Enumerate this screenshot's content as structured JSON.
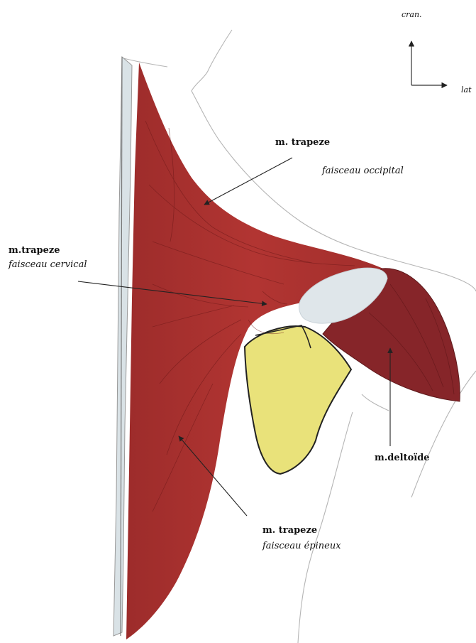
{
  "orientation": {
    "cranial": "cran.",
    "lateral": "lat"
  },
  "labels": {
    "trapeze_occipital": {
      "muscle": "m. trapeze",
      "part": "faisceau occipital"
    },
    "trapeze_cervical": {
      "muscle": "m.trapeze",
      "part": "faisceau cervical"
    },
    "deltoide": {
      "muscle": "m.deltoïde"
    },
    "trapeze_epineux": {
      "muscle": "m. trapeze",
      "part": "faisceau épineux"
    }
  },
  "colors": {
    "trapezius": "#a8302e",
    "deltoid": "#862529",
    "scapula": "#e9e27a",
    "tendon": "#dfe6ea",
    "outline": "#b8b8b8",
    "spine": "#d9e2e6"
  }
}
